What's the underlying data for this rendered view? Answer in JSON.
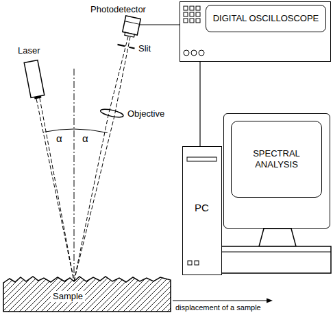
{
  "diagram": {
    "nodes": [
      {
        "text": [
          "Laser"
        ]
      },
      {
        "text": [
          "Photodetector"
        ]
      },
      {
        "text": [
          "DIGITAL OSCILLOSCOPE"
        ]
      },
      {
        "text": [
          "PC"
        ]
      },
      {
        "text": [
          "SPECTRAL ANALYSIS"
        ]
      },
      {
        "text": [
          "Sample"
        ]
      }
    ],
    "edges": [
      {
        "from": 0,
        "to": 5,
        "arrow": "none"
      },
      {
        "from": 5,
        "to": 1,
        "arrow": "none"
      },
      {
        "from": 1,
        "to": 2,
        "arrow": "none"
      },
      {
        "from": 2,
        "to": 3,
        "arrow": "none"
      }
    ],
    "labels": [
      "Slit",
      "Objective",
      "α",
      "α",
      "displacement of a sample"
    ]
  }
}
